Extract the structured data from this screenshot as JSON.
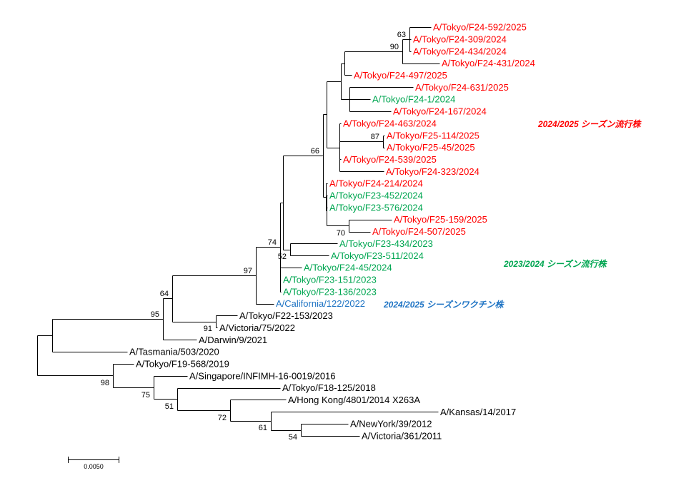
{
  "figure": {
    "type": "phylogenetic-tree",
    "scale_bar": {
      "value": 0.005,
      "label": "0.0050"
    },
    "group_colors": {
      "season_2024_25": "#ff0000",
      "season_2023_24": "#00a651",
      "vaccine_2024_25": "#1f74c4",
      "reference": "#000000"
    },
    "annotations": [
      {
        "text": "2024/2025 シーズン流行株",
        "group": "season_2024_25",
        "color": "#ff0000"
      },
      {
        "text": "2023/2024 シーズン流行株",
        "group": "season_2023_24",
        "color": "#00a651"
      },
      {
        "text": "2024/2025 シーズンワクチン株",
        "group": "vaccine_2024_25",
        "color": "#1f74c4"
      }
    ],
    "tree": {
      "children": [
        {
          "length": 0.00148,
          "children": [
            {
              "bootstrap": 95,
              "length": 0.01092,
              "children": [
                {
                  "bootstrap": 64,
                  "length": 0.00092,
                  "children": [
                    {
                      "bootstrap": 97,
                      "length": 0.00824,
                      "children": [
                        {
                          "bootstrap": 74,
                          "length": 0.00239,
                          "children": [
                            {
                              "length": 0.00028,
                              "children": [
                                {
                                  "bootstrap": 66,
                                  "length": 0.00394,
                                  "children": [
                                    {
                                      "length": 0.00035,
                                      "children": [
                                        {
                                          "length": 0.00141,
                                          "children": [
                                            {
                                              "length": 0.00035,
                                              "children": [
                                                {
                                                  "bootstrap": 90,
                                                  "length": 0.0057,
                                                  "children": [
                                                    {
                                                      "bootstrap": 63,
                                                      "length": 0.0007,
                                                      "children": [
                                                        {
                                                          "name": "A/Tokyo/F24-592/2025",
                                                          "group": "season_2024_25",
                                                          "length": 0.00211
                                                        },
                                                        {
                                                          "name": "A/Tokyo/F24-309/2024",
                                                          "group": "season_2024_25",
                                                          "length": 0.00014
                                                        },
                                                        {
                                                          "name": "A/Tokyo/F24-434/2024",
                                                          "group": "season_2024_25",
                                                          "length": 0.00014
                                                        }
                                                      ]
                                                    },
                                                    {
                                                      "name": "A/Tokyo/F24-431/2024",
                                                      "group": "season_2024_25",
                                                      "length": 0.00366
                                                    }
                                                  ]
                                                },
                                                {
                                                  "name": "A/Tokyo/F24-497/2025",
                                                  "group": "season_2024_25",
                                                  "length": 0.0007
                                                }
                                              ]
                                            },
                                            {
                                              "length": 0.00085,
                                              "children": [
                                                {
                                                  "name": "A/Tokyo/F24-631/2025",
                                                  "group": "season_2024_25",
                                                  "length": 0.00627
                                                },
                                                {
                                                  "name": "A/Tokyo/F24-1/2024",
                                                  "group": "season_2023_24",
                                                  "length": 0.00204
                                                },
                                                {
                                                  "name": "A/Tokyo/F24-167/2024",
                                                  "group": "season_2024_25",
                                                  "length": 0.00408
                                                }
                                              ]
                                            }
                                          ]
                                        },
                                        {
                                          "length": 0.00127,
                                          "children": [
                                            {
                                              "name": "A/Tokyo/F24-463/2024",
                                              "group": "season_2024_25",
                                              "length": 0.00014
                                            },
                                            {
                                              "bootstrap": 87,
                                              "length": 0.0043,
                                              "children": [
                                                {
                                                  "name": "A/Tokyo/F25-114/2025",
                                                  "group": "season_2024_25",
                                                  "length": 0.00014
                                                },
                                                {
                                                  "name": "A/Tokyo/F25-45/2025",
                                                  "group": "season_2024_25",
                                                  "length": 0.00014
                                                }
                                              ]
                                            },
                                            {
                                              "name": "A/Tokyo/F24-539/2025",
                                              "group": "season_2024_25",
                                              "length": 0.00014
                                            },
                                            {
                                              "name": "A/Tokyo/F24-323/2024",
                                              "group": "season_2024_25",
                                              "length": 0.00437
                                            }
                                          ]
                                        }
                                      ]
                                    },
                                    {
                                      "length": 0.00028,
                                      "children": [
                                        {
                                          "name": "A/Tokyo/F24-214/2024",
                                          "group": "season_2024_25",
                                          "length": 0.00014
                                        },
                                        {
                                          "length": 7e-05,
                                          "children": [
                                            {
                                              "name": "A/Tokyo/F23-452/2024",
                                              "group": "season_2023_24",
                                              "length": 7e-05
                                            },
                                            {
                                              "name": "A/Tokyo/F23-576/2024",
                                              "group": "season_2023_24",
                                              "length": 7e-05
                                            },
                                            {
                                              "bootstrap": 70,
                                              "length": 0.00218,
                                              "children": [
                                                {
                                                  "name": "A/Tokyo/F25-159/2025",
                                                  "group": "season_2024_25",
                                                  "length": 0.00423
                                                },
                                                {
                                                  "name": "A/Tokyo/F24-507/2025",
                                                  "group": "season_2024_25",
                                                  "length": 0.00211
                                                }
                                              ]
                                            }
                                          ]
                                        }
                                      ]
                                    }
                                  ]
                                },
                                {
                                  "bootstrap": 52,
                                  "length": 0.0007,
                                  "children": [
                                    {
                                      "name": "A/Tokyo/F23-434/2023",
                                      "group": "season_2023_24",
                                      "length": 0.00465
                                    },
                                    {
                                      "name": "A/Tokyo/F23-511/2024",
                                      "group": "season_2023_24",
                                      "length": 0.0038
                                    }
                                  ]
                                }
                              ]
                            },
                            {
                              "name": "A/Tokyo/F24-45/2024",
                              "group": "season_2023_24",
                              "length": 0.00211
                            },
                            {
                              "name": "A/Tokyo/F23-151/2023",
                              "group": "season_2023_24",
                              "length": 7e-05
                            },
                            {
                              "name": "A/Tokyo/F23-136/2023",
                              "group": "season_2023_24",
                              "length": 7e-05
                            }
                          ]
                        },
                        {
                          "name": "A/California/122/2022",
                          "group": "vaccine_2024_25",
                          "length": 0.00176
                        }
                      ]
                    },
                    {
                      "bootstrap": 91,
                      "length": 0.0043,
                      "children": [
                        {
                          "name": "A/Tokyo/F22-153/2023",
                          "group": "reference",
                          "length": 0.00211
                        },
                        {
                          "name": "A/Victoria/75/2022",
                          "group": "reference",
                          "length": 0.00014
                        }
                      ]
                    }
                  ]
                },
                {
                  "name": "A/Darwin/9/2021",
                  "group": "reference",
                  "length": 0.00331
                }
              ]
            },
            {
              "name": "A/Tasmania/503/2020",
              "group": "reference",
              "length": 0.00739
            }
          ]
        },
        {
          "bootstrap": 98,
          "length": 0.00746,
          "children": [
            {
              "name": "A/Tokyo/F19-568/2019",
              "group": "reference",
              "length": 0.00204
            },
            {
              "bootstrap": 75,
              "length": 0.00401,
              "children": [
                {
                  "name": "A/Singapore/INFIMH-16-0019/2016",
                  "group": "reference",
                  "length": 0.00331
                },
                {
                  "bootstrap": 51,
                  "length": 0.00232,
                  "children": [
                    {
                      "name": "A/Tokyo/F18-125/2018",
                      "group": "reference",
                      "length": 0.01014
                    },
                    {
                      "bootstrap": 72,
                      "length": 0.00521,
                      "children": [
                        {
                          "name": "A/Hong Kong/4801/2014 X263A",
                          "group": "reference",
                          "length": 0.00549
                        },
                        {
                          "bootstrap": 61,
                          "length": 0.00401,
                          "children": [
                            {
                              "name": "A/Kansas/14/2017",
                              "group": "reference",
                              "length": 0.01648
                            },
                            {
                              "bootstrap": 54,
                              "length": 0.00296,
                              "children": [
                                {
                                  "name": "A/NewYork/39/2012",
                                  "group": "reference",
                                  "length": 0.00465
                                },
                                {
                                  "name": "A/Victoria/361/2011",
                                  "group": "reference",
                                  "length": 0.00577
                                }
                              ]
                            }
                          ]
                        }
                      ]
                    }
                  ]
                }
              ]
            }
          ]
        }
      ]
    }
  }
}
